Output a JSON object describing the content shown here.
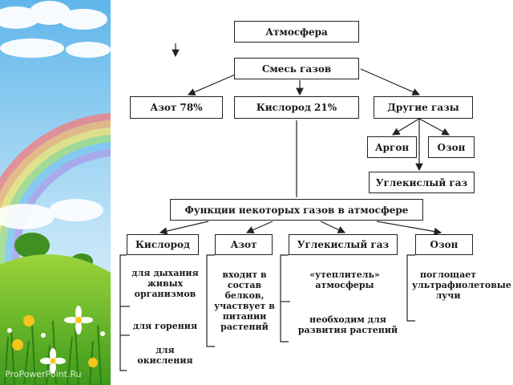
{
  "watermark": "ProPowerPoint.Ru",
  "diagram": {
    "root": "Атмосфера",
    "mix": "Смесь газов",
    "gases": {
      "nitrogen": "Азот 78%",
      "oxygen": "Кислород 21%",
      "other": "Другие газы"
    },
    "other_gases": {
      "argon": "Аргон",
      "ozone": "Озон",
      "co2": "Углекислый газ"
    },
    "functions_title": "Функции некоторых газов в атмосфере",
    "columns": {
      "oxygen": {
        "header": "Кислород",
        "items": [
          "для дыхания живых организмов",
          "для горения",
          "для окисления"
        ]
      },
      "nitrogen": {
        "header": "Азот",
        "items": [
          "входит в состав белков, участвует в питании растений"
        ]
      },
      "co2": {
        "header": "Углекислый газ",
        "items": [
          "«утеплитель» атмосферы",
          "необходим для развития растений"
        ]
      },
      "ozone": {
        "header": "Озон",
        "items": [
          "поглощает ультрафиолетовые лучи"
        ]
      }
    }
  }
}
